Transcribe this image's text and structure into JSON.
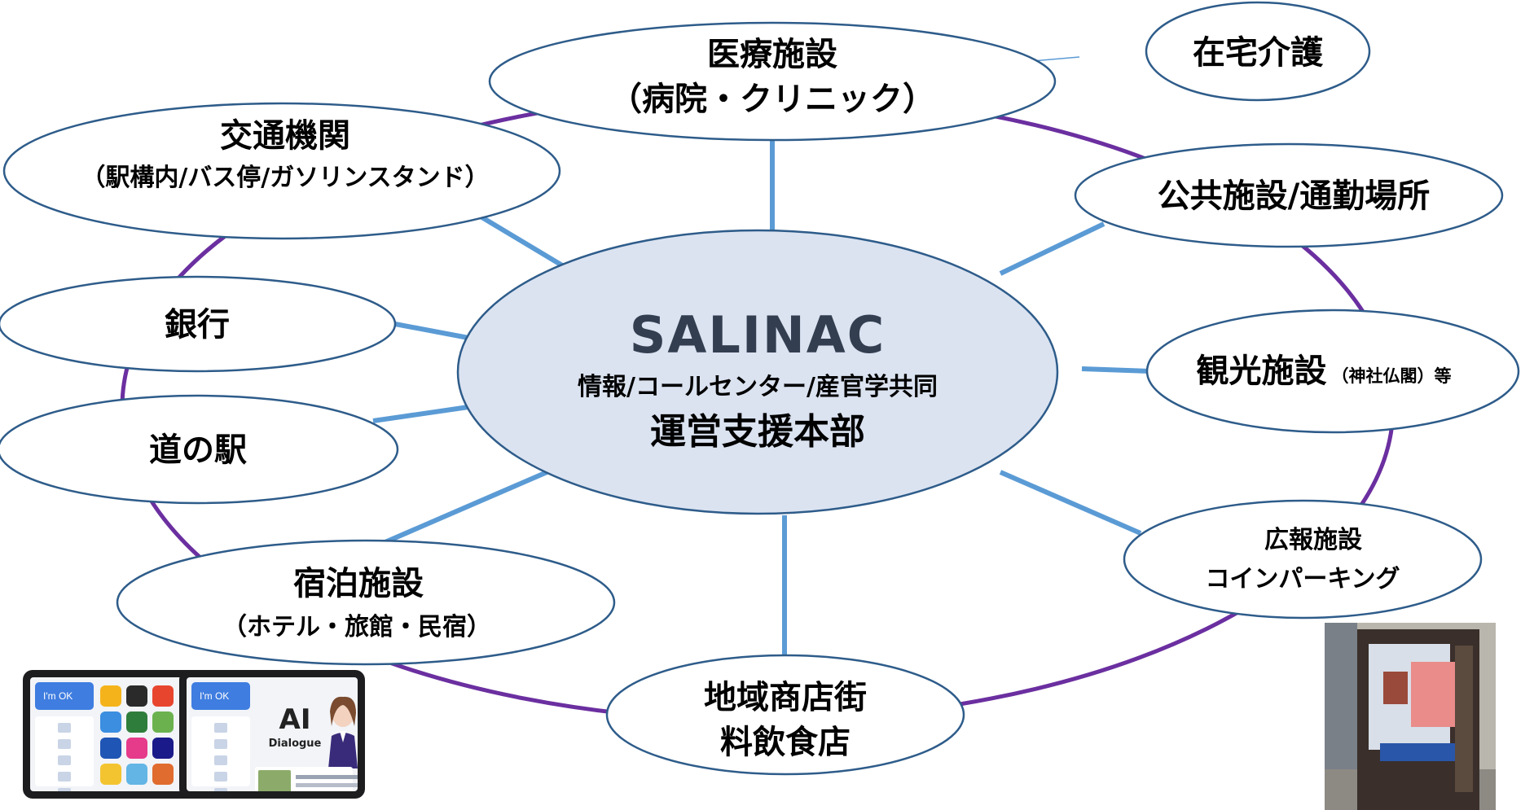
{
  "hub": {
    "title": "SALINAC",
    "subtitle": "情報/コールセンター/産官学共同",
    "main": "運営支援本部"
  },
  "nodes": {
    "medical": {
      "line1": "医療施設",
      "line2": "（病院・クリニック）"
    },
    "home_care": {
      "line1": "在宅介護"
    },
    "transport": {
      "line1": "交通機関",
      "line2": "（駅構内/バス停/ガソリンスタンド）"
    },
    "public": {
      "line1": "公共施設/通勤場所"
    },
    "bank": {
      "line1": "銀行"
    },
    "tourism": {
      "line1": "観光施設",
      "note": "（神社仏閣）等"
    },
    "roadside": {
      "line1": "道の駅"
    },
    "pr": {
      "line1": "広報施設",
      "line2": "コインパーキング"
    },
    "lodging": {
      "line1": "宿泊施設",
      "line2": "（ホテル・旅館・民宿）"
    },
    "shopping": {
      "line1": "地域商店街",
      "line2": "料飲食店"
    }
  },
  "tablet_left": {
    "badge": "I'm OK"
  },
  "tablet_right": {
    "badge": "I'm OK",
    "ai_label": "AI",
    "ai_sub": "Dialogue"
  },
  "colors": {
    "ring": "#6b2fa0",
    "spoke": "#5b9bd5",
    "hub_fill": "#dbe3f1",
    "border": "#2e5c8a"
  }
}
